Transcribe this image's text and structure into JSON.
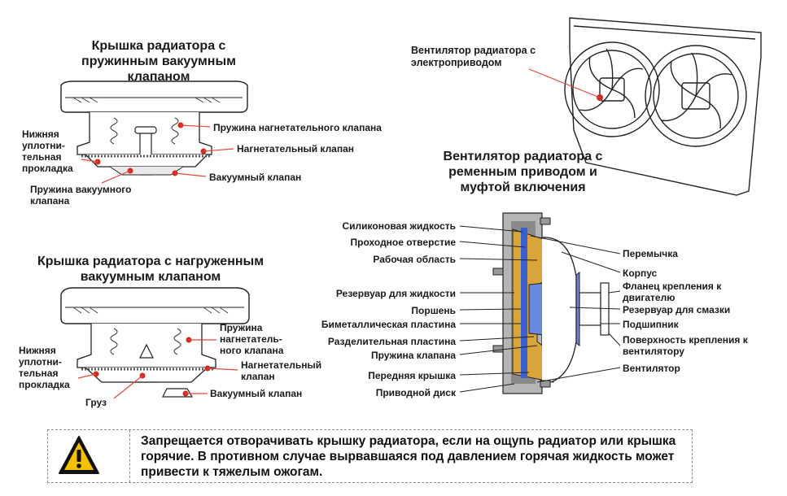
{
  "cap1": {
    "title": "Крышка радиатора с пружинным вакуумным клапаном",
    "labels": {
      "gasket": "Нижняя уплотни- тельная прокладка",
      "pressure_spring": "Пружина нагнетательного клапана",
      "pressure_valve": "Нагнетательный клапан",
      "vacuum_valve": "Вакуумный клапан",
      "vacuum_spring": "Пружина вакуумного клапана"
    }
  },
  "cap2": {
    "title": "Крышка радиатора с нагруженным вакуумным клапаном",
    "labels": {
      "gasket": "Нижняя уплотни- тельная прокладка",
      "pressure_spring": "Пружина нагнетатель- ного клапана",
      "pressure_valve": "Нагнетательный клапан",
      "weight": "Груз",
      "vacuum_valve": "Вакуумный клапан"
    }
  },
  "electric_fan": {
    "label": "Вентилятор радиатора с электроприводом"
  },
  "belt_fan": {
    "title": "Вентилятор радиатора с ременным приводом и муфтой включения",
    "left_labels": [
      "Силиконовая жидкость",
      "Проходное отверстие",
      "Рабочая область",
      "Резервуар для жидкости",
      "Поршень",
      "Биметаллическая пластина",
      "Разделительная пластина",
      "Пружина клапана",
      "Передняя крышка",
      "Приводной диск"
    ],
    "right_labels": [
      "Перемычка",
      "Корпус",
      "Фланец крепления к двигателю",
      "Резервуар для смазки",
      "Подшипник",
      "Поверхность крепления к вентилятору",
      "Вентилятор"
    ]
  },
  "warning": {
    "text": "Запрещается отворачивать крышку радиатора, если на ощупь радиатор или крышка горячие. В противном случае вырвавшаяся под давлением горячая жидкость может привести к тяжелым ожогам.",
    "icon": "warning-triangle-icon"
  },
  "colors": {
    "leader": "#e3473b",
    "marker": "#d42a20",
    "gold": "#d9a53a",
    "blue": "#3a5fcf"
  }
}
